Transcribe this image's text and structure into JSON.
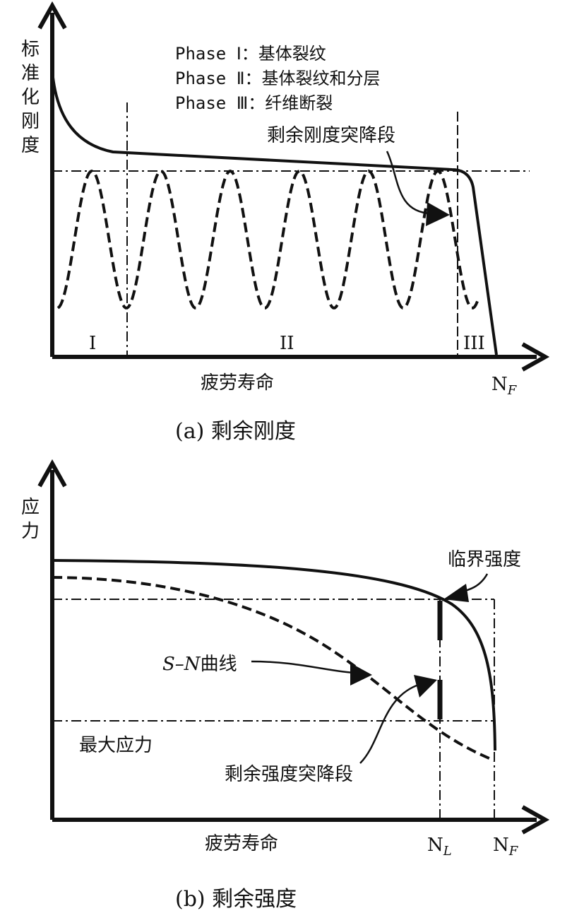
{
  "panel_a": {
    "ylabel": [
      "标",
      "准",
      "化",
      "刚",
      "度"
    ],
    "phase_lines": [
      "Phase Ⅰ：基体裂纹",
      "Phase Ⅱ：基体裂纹和分层",
      "Phase Ⅲ：纤维断裂"
    ],
    "annotation": "剩余刚度突降段",
    "region_labels": [
      "I",
      "II",
      "III"
    ],
    "xlabel": "疲劳寿命",
    "nf_main": "N",
    "nf_sub": "F",
    "caption": "(a)  剩余刚度"
  },
  "panel_b": {
    "ylabel": [
      "应",
      "力"
    ],
    "critical_label": "临界强度",
    "sn_label_italic": "S–N",
    "sn_label_rest": "曲线",
    "max_stress_label": "最大应力",
    "drop_label": "剩余强度突降段",
    "xlabel": "疲劳寿命",
    "nl_main": "N",
    "nl_sub": "L",
    "nf_main": "N",
    "nf_sub": "F",
    "caption": "(b)  剩余强度"
  }
}
